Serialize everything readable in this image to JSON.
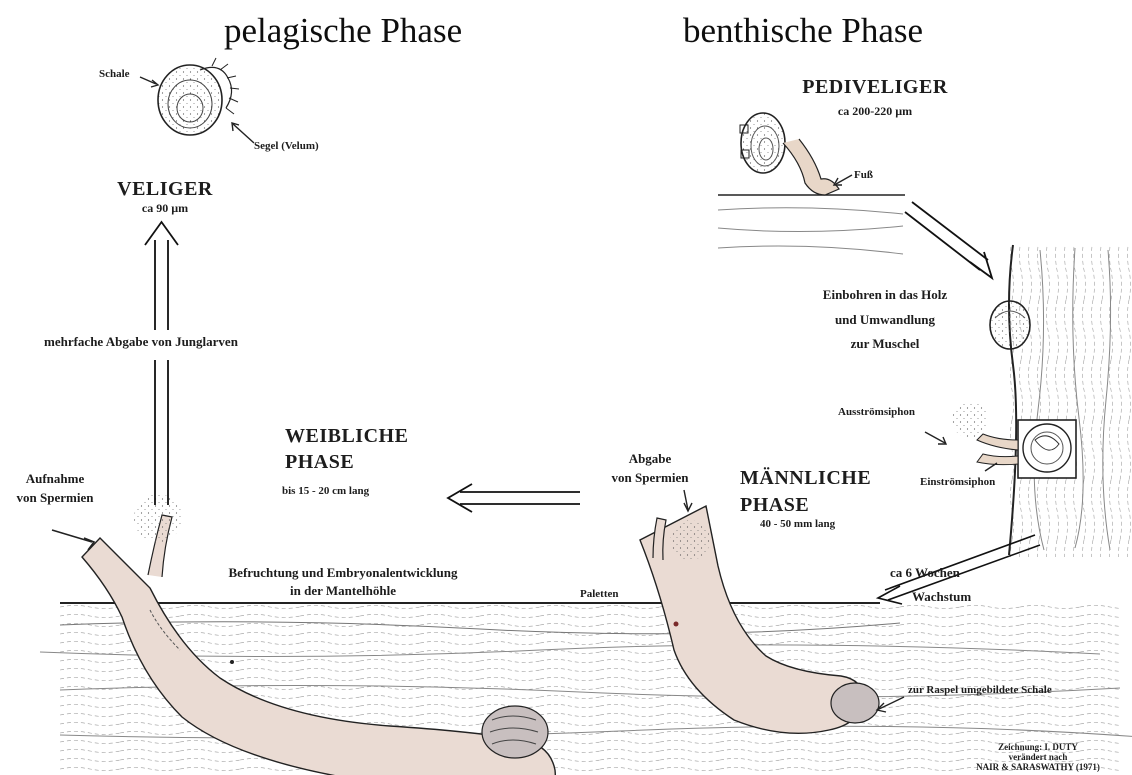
{
  "headings": {
    "pelagic": "pelagische Phase",
    "benthic": "benthische Phase"
  },
  "pediveliger": {
    "title": "PEDIVELIGER",
    "size": "ca 200-220 µm",
    "foot_label": "Fuß"
  },
  "veliger": {
    "title": "VELIGER",
    "size": "ca 90 µm",
    "shell_label": "Schale",
    "velum_label": "Segel (Velum)"
  },
  "release": {
    "label": "mehrfache Abgabe von Junglarven"
  },
  "boring": {
    "line1": "Einbohren in das Holz",
    "line2": "und Umwandlung",
    "line3": "zur Muschel"
  },
  "siphons": {
    "out": "Ausströmsiphon",
    "in": "Einströmsiphon"
  },
  "female": {
    "line1": "WEIBLICHE",
    "line2": "PHASE",
    "length": "bis 15 - 20 cm lang",
    "intake_line1": "Aufnahme",
    "intake_line2": "von Spermien",
    "fertilization_line1": "Befruchtung und Embryonalentwicklung",
    "fertilization_line2": "in der Mantelhöhle"
  },
  "male": {
    "line1": "MÄNNLICHE",
    "line2": "PHASE",
    "length": "40 - 50 mm lang",
    "sperm_line1": "Abgabe",
    "sperm_line2": "von Spermien",
    "pallets": "Paletten",
    "rasp": "zur Raspel umgebildete Schale"
  },
  "growth": {
    "line1": "ca 6 Wochen",
    "line2": "Wachstum"
  },
  "credit": {
    "line1": "Zeichnung: I. DUTY",
    "line2": "verändert nach",
    "line3": "NAIR & SARASWATHY (1971)"
  }
}
